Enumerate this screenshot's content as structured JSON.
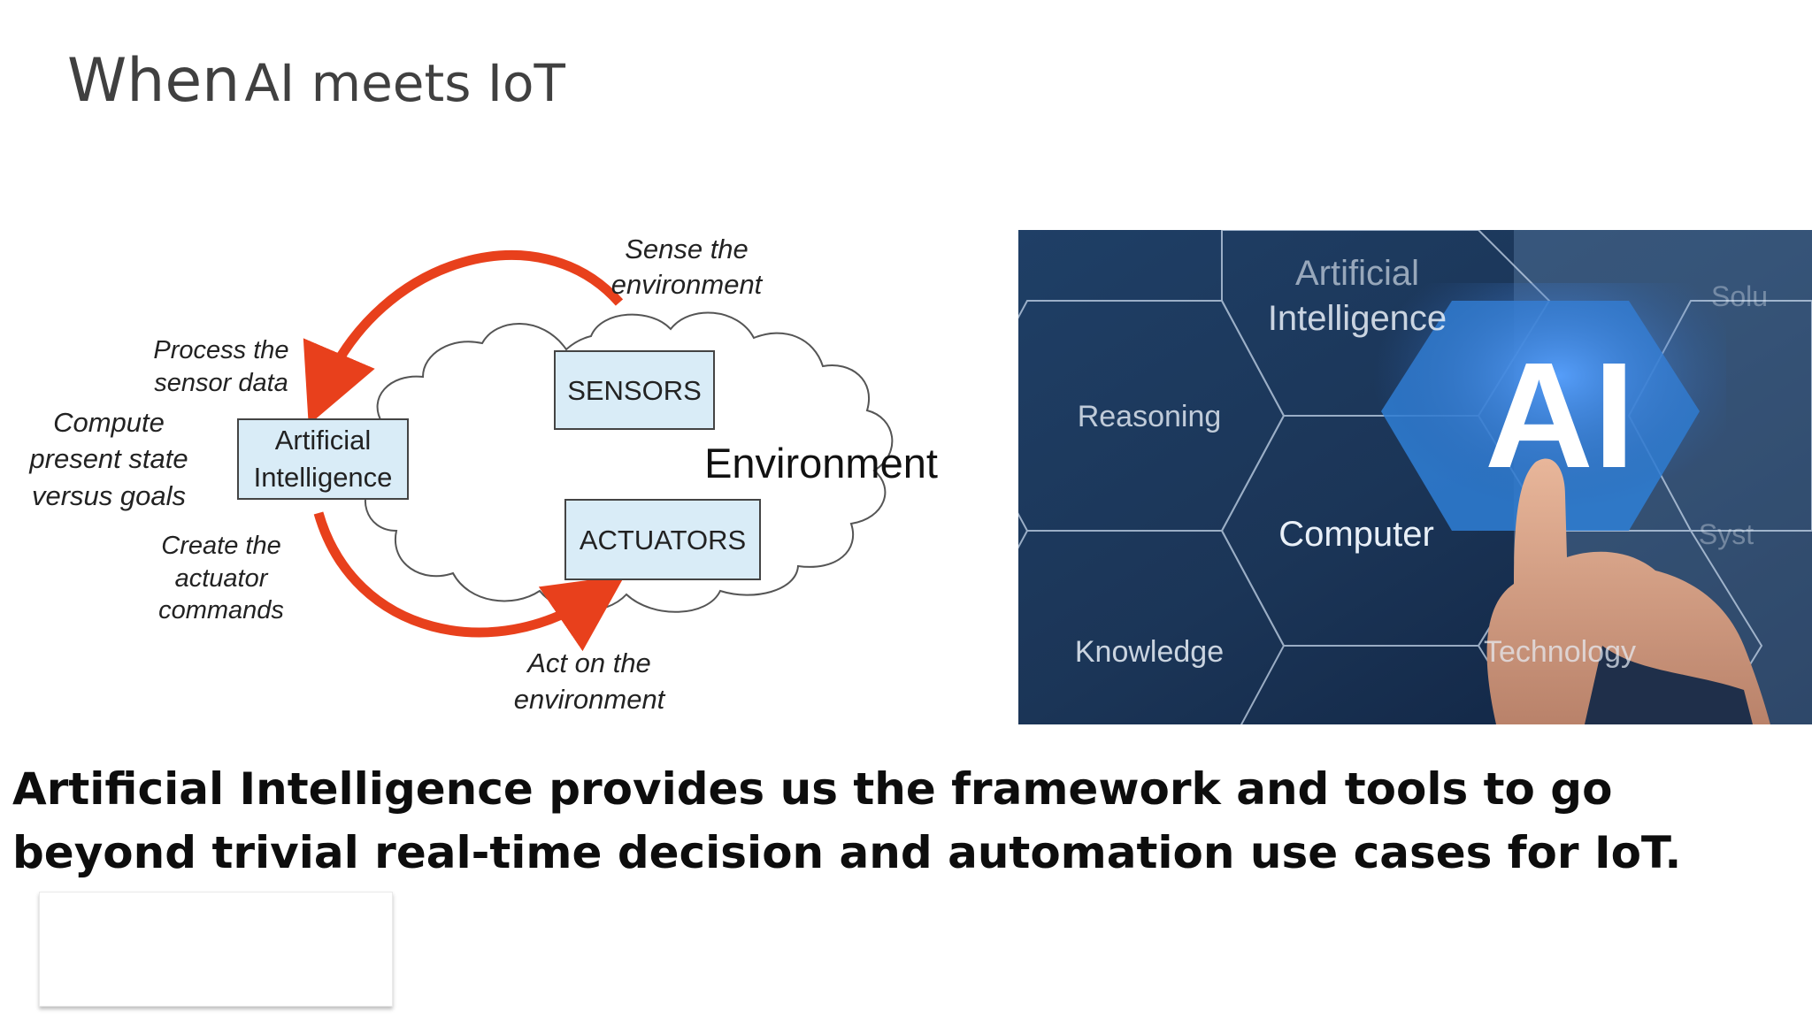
{
  "slide": {
    "title_part1": "When",
    "title_part2": "AI meets IoT",
    "caption": "Artificial Intelligence provides us the framework and tools to go beyond trivial real-time decision and automation use cases for IoT."
  },
  "diagram": {
    "sense_line1": "Sense the",
    "sense_line2": "environment",
    "process_line1": "Process the",
    "process_line2": "sensor data",
    "compute_line1": "Compute",
    "compute_line2": "present state",
    "compute_line3": "versus goals",
    "create_line1": "Create the",
    "create_line2": "actuator",
    "create_line3": "commands",
    "act_line1": "Act on the",
    "act_line2": "environment",
    "ai_box_line1": "Artificial",
    "ai_box_line2": "Intelligence",
    "sensors_label": "SENSORS",
    "actuators_label": "ACTUATORS",
    "environment_label": "Environment",
    "arrow_color": "#e8401c",
    "box_fill": "#d9ecf7"
  },
  "photo": {
    "hex_artificial_line1": "Artificial",
    "hex_artificial_line2": "Intelligence",
    "hex_reasoning": "Reasoning",
    "hex_computer": "Computer",
    "hex_knowledge": "Knowledge",
    "hex_technology": "Technology",
    "hex_ai": "AI",
    "hex_solutions": "Solu",
    "hex_system": "Syst",
    "accent_color": "#2f7fd6"
  }
}
